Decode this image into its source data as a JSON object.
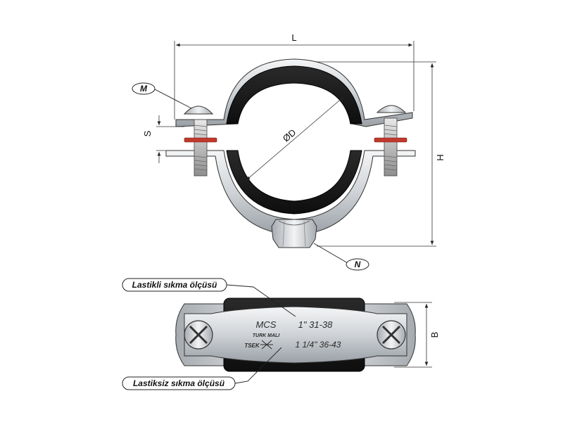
{
  "dimensions": {
    "length": "L",
    "height": "H",
    "width": "B",
    "thickness": "S",
    "diameter": "ØD"
  },
  "callouts": {
    "bolt": "M",
    "nut": "N",
    "rubber_size": "Lastikli sıkma ölçüsü",
    "bare_size": "Lastiksiz sıkma ölçüsü"
  },
  "stamp": {
    "brand": "MCS",
    "origin": "TURK MALI",
    "code": "TSEK",
    "size_rubber": "1\" 31-38",
    "size_bare": "1 1/4\" 36-43"
  },
  "colors": {
    "rubber": "#1c1c1c",
    "steel": "#d6d9dc",
    "washer_seal": "#c0392b",
    "line": "#222222"
  }
}
